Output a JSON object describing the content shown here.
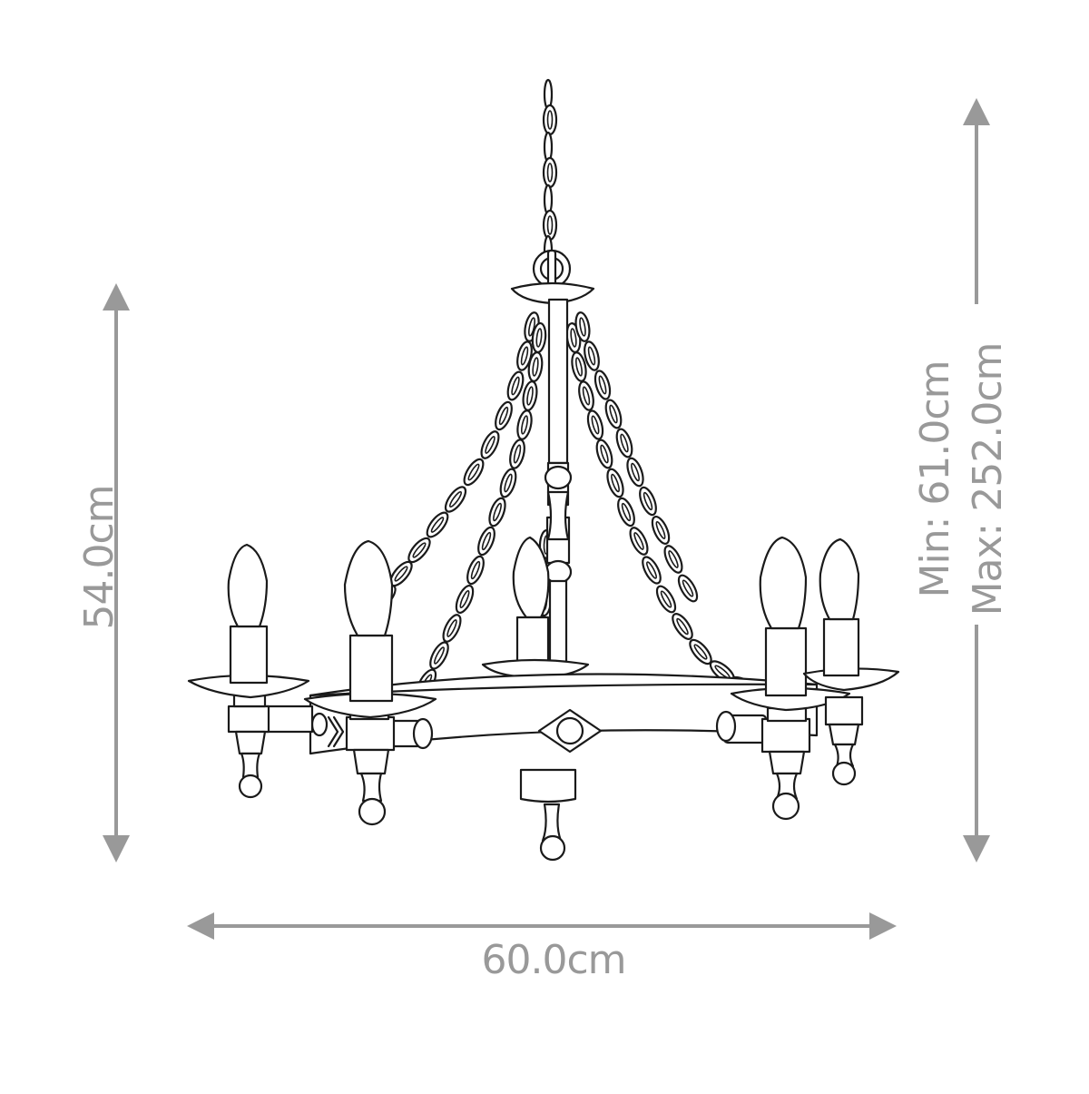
{
  "diagram": {
    "subject": "5-arm candle chandelier with chain suspension",
    "line_color": "#1a1a1a",
    "dimension_color": "#999999",
    "background": "#ffffff"
  },
  "dimensions": {
    "height": {
      "label": "54.0cm",
      "orientation": "vertical",
      "side": "left"
    },
    "width": {
      "label": "60.0cm",
      "orientation": "horizontal",
      "side": "bottom"
    },
    "drop": {
      "min_label": "Min: 61.0cm",
      "max_label": "Max: 252.0cm",
      "orientation": "vertical",
      "side": "right"
    }
  },
  "parts": {
    "candle_arms": 5,
    "suspension_chains": 4,
    "bulb_type": "candle"
  }
}
